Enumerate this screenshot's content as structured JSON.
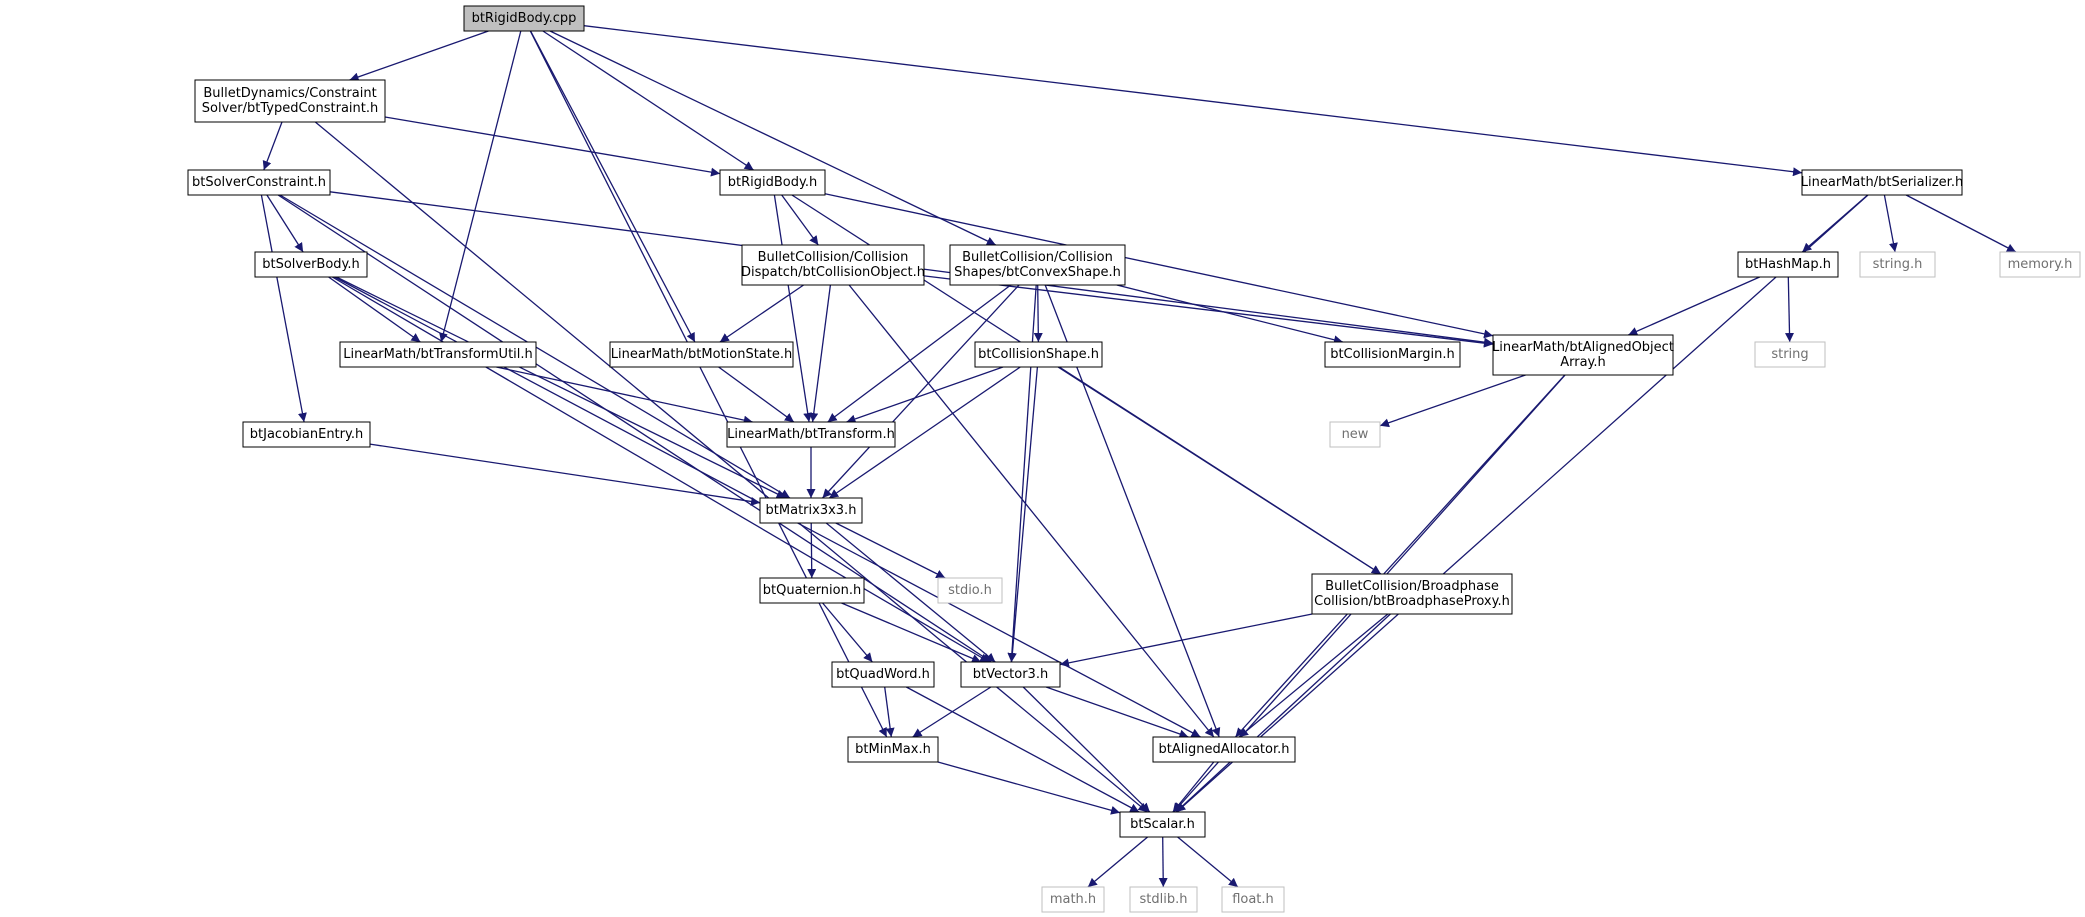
{
  "graph": {
    "nodes": [
      {
        "id": "root",
        "lines": [
          "btRigidBody.cpp"
        ],
        "kind": "root"
      },
      {
        "id": "btTypedConstraint",
        "lines": [
          "BulletDynamics/Constraint",
          "Solver/btTypedConstraint.h"
        ],
        "kind": "file"
      },
      {
        "id": "btRigidBodyH",
        "lines": [
          "btRigidBody.h"
        ],
        "kind": "file"
      },
      {
        "id": "btSerializer",
        "lines": [
          "LinearMath/btSerializer.h"
        ],
        "kind": "file"
      },
      {
        "id": "btSolverConstraint",
        "lines": [
          "btSolverConstraint.h"
        ],
        "kind": "file"
      },
      {
        "id": "btSolverBody",
        "lines": [
          "btSolverBody.h"
        ],
        "kind": "file"
      },
      {
        "id": "btCollisionObject",
        "lines": [
          "BulletCollision/Collision",
          "Dispatch/btCollisionObject.h"
        ],
        "kind": "file"
      },
      {
        "id": "btConvexShape",
        "lines": [
          "BulletCollision/Collision",
          "Shapes/btConvexShape.h"
        ],
        "kind": "file"
      },
      {
        "id": "btHashMap",
        "lines": [
          "btHashMap.h"
        ],
        "kind": "file"
      },
      {
        "id": "stringh",
        "lines": [
          "string.h"
        ],
        "kind": "external"
      },
      {
        "id": "memoryh",
        "lines": [
          "memory.h"
        ],
        "kind": "external"
      },
      {
        "id": "btTransformUtil",
        "lines": [
          "LinearMath/btTransformUtil.h"
        ],
        "kind": "file"
      },
      {
        "id": "btMotionState",
        "lines": [
          "LinearMath/btMotionState.h"
        ],
        "kind": "file"
      },
      {
        "id": "btCollisionShape",
        "lines": [
          "btCollisionShape.h"
        ],
        "kind": "file"
      },
      {
        "id": "btCollisionMargin",
        "lines": [
          "btCollisionMargin.h"
        ],
        "kind": "file"
      },
      {
        "id": "btAlignedObjectArray",
        "lines": [
          "LinearMath/btAlignedObject",
          "Array.h"
        ],
        "kind": "file"
      },
      {
        "id": "string",
        "lines": [
          "string"
        ],
        "kind": "external"
      },
      {
        "id": "btJacobianEntry",
        "lines": [
          "btJacobianEntry.h"
        ],
        "kind": "file"
      },
      {
        "id": "btTransform",
        "lines": [
          "LinearMath/btTransform.h"
        ],
        "kind": "file"
      },
      {
        "id": "new",
        "lines": [
          "new"
        ],
        "kind": "external"
      },
      {
        "id": "btMatrix3x3",
        "lines": [
          "btMatrix3x3.h"
        ],
        "kind": "file"
      },
      {
        "id": "btQuaternion",
        "lines": [
          "btQuaternion.h"
        ],
        "kind": "file"
      },
      {
        "id": "stdioh",
        "lines": [
          "stdio.h"
        ],
        "kind": "external"
      },
      {
        "id": "btBroadphaseProxy",
        "lines": [
          "BulletCollision/Broadphase",
          "Collision/btBroadphaseProxy.h"
        ],
        "kind": "file"
      },
      {
        "id": "btQuadWord",
        "lines": [
          "btQuadWord.h"
        ],
        "kind": "file"
      },
      {
        "id": "btVector3",
        "lines": [
          "btVector3.h"
        ],
        "kind": "file"
      },
      {
        "id": "btMinMax",
        "lines": [
          "btMinMax.h"
        ],
        "kind": "file"
      },
      {
        "id": "btAlignedAllocator",
        "lines": [
          "btAlignedAllocator.h"
        ],
        "kind": "file"
      },
      {
        "id": "btScalar",
        "lines": [
          "btScalar.h"
        ],
        "kind": "file"
      },
      {
        "id": "mathh",
        "lines": [
          "math.h"
        ],
        "kind": "external"
      },
      {
        "id": "stdlibh",
        "lines": [
          "stdlib.h"
        ],
        "kind": "external"
      },
      {
        "id": "floath",
        "lines": [
          "float.h"
        ],
        "kind": "external"
      }
    ],
    "edges": [
      [
        "root",
        "btTypedConstraint"
      ],
      [
        "root",
        "btRigidBodyH"
      ],
      [
        "root",
        "btSerializer"
      ],
      [
        "root",
        "btTransformUtil"
      ],
      [
        "root",
        "btMotionState"
      ],
      [
        "root",
        "btConvexShape"
      ],
      [
        "root",
        "btMinMax"
      ],
      [
        "btTypedConstraint",
        "btSolverConstraint"
      ],
      [
        "btTypedConstraint",
        "btRigidBodyH"
      ],
      [
        "btTypedConstraint",
        "btScalar"
      ],
      [
        "btSolverConstraint",
        "btSolverBody"
      ],
      [
        "btSolverConstraint",
        "btJacobianEntry"
      ],
      [
        "btSolverConstraint",
        "btMatrix3x3"
      ],
      [
        "btSolverConstraint",
        "btVector3"
      ],
      [
        "btSolverConstraint",
        "btAlignedObjectArray"
      ],
      [
        "btSolverBody",
        "btTransformUtil"
      ],
      [
        "btSolverBody",
        "btMatrix3x3"
      ],
      [
        "btSolverBody",
        "btVector3"
      ],
      [
        "btSolverBody",
        "btAlignedAllocator"
      ],
      [
        "btRigidBodyH",
        "btCollisionObject"
      ],
      [
        "btRigidBodyH",
        "btTransform"
      ],
      [
        "btRigidBodyH",
        "btAlignedObjectArray"
      ],
      [
        "btRigidBodyH",
        "btBroadphaseProxy"
      ],
      [
        "btCollisionObject",
        "btMotionState"
      ],
      [
        "btCollisionObject",
        "btTransform"
      ],
      [
        "btCollisionObject",
        "btAlignedObjectArray"
      ],
      [
        "btCollisionObject",
        "btAlignedAllocator"
      ],
      [
        "btConvexShape",
        "btCollisionShape"
      ],
      [
        "btConvexShape",
        "btCollisionMargin"
      ],
      [
        "btConvexShape",
        "btTransform"
      ],
      [
        "btConvexShape",
        "btMatrix3x3"
      ],
      [
        "btConvexShape",
        "btVector3"
      ],
      [
        "btConvexShape",
        "btAlignedAllocator"
      ],
      [
        "btSerializer",
        "btHashMap"
      ],
      [
        "btSerializer",
        "stringh"
      ],
      [
        "btSerializer",
        "memoryh"
      ],
      [
        "btSerializer",
        "btScalar"
      ],
      [
        "btHashMap",
        "string"
      ],
      [
        "btHashMap",
        "btAlignedObjectArray"
      ],
      [
        "btTransformUtil",
        "btTransform"
      ],
      [
        "btMotionState",
        "btTransform"
      ],
      [
        "btCollisionShape",
        "btTransform"
      ],
      [
        "btCollisionShape",
        "btMatrix3x3"
      ],
      [
        "btCollisionShape",
        "btVector3"
      ],
      [
        "btCollisionShape",
        "btBroadphaseProxy"
      ],
      [
        "btAlignedObjectArray",
        "new"
      ],
      [
        "btAlignedObjectArray",
        "btAlignedAllocator"
      ],
      [
        "btAlignedObjectArray",
        "btScalar"
      ],
      [
        "btJacobianEntry",
        "btMatrix3x3"
      ],
      [
        "btTransform",
        "btMatrix3x3"
      ],
      [
        "btMatrix3x3",
        "btQuaternion"
      ],
      [
        "btMatrix3x3",
        "stdioh"
      ],
      [
        "btMatrix3x3",
        "btVector3"
      ],
      [
        "btQuaternion",
        "btQuadWord"
      ],
      [
        "btQuaternion",
        "btVector3"
      ],
      [
        "btQuadWord",
        "btMinMax"
      ],
      [
        "btQuadWord",
        "btScalar"
      ],
      [
        "btBroadphaseProxy",
        "btVector3"
      ],
      [
        "btBroadphaseProxy",
        "btAlignedAllocator"
      ],
      [
        "btBroadphaseProxy",
        "btScalar"
      ],
      [
        "btVector3",
        "btMinMax"
      ],
      [
        "btVector3",
        "btAlignedAllocator"
      ],
      [
        "btVector3",
        "btScalar"
      ],
      [
        "btMinMax",
        "btScalar"
      ],
      [
        "btAlignedAllocator",
        "btScalar"
      ],
      [
        "btScalar",
        "mathh"
      ],
      [
        "btScalar",
        "stdlibh"
      ],
      [
        "btScalar",
        "floath"
      ]
    ]
  },
  "colors": {
    "root_fill": "#bfbfbf",
    "node_fill": "#ffffff",
    "node_border": "#000000",
    "external_border": "#bfbfbf",
    "edge": "#191970"
  }
}
